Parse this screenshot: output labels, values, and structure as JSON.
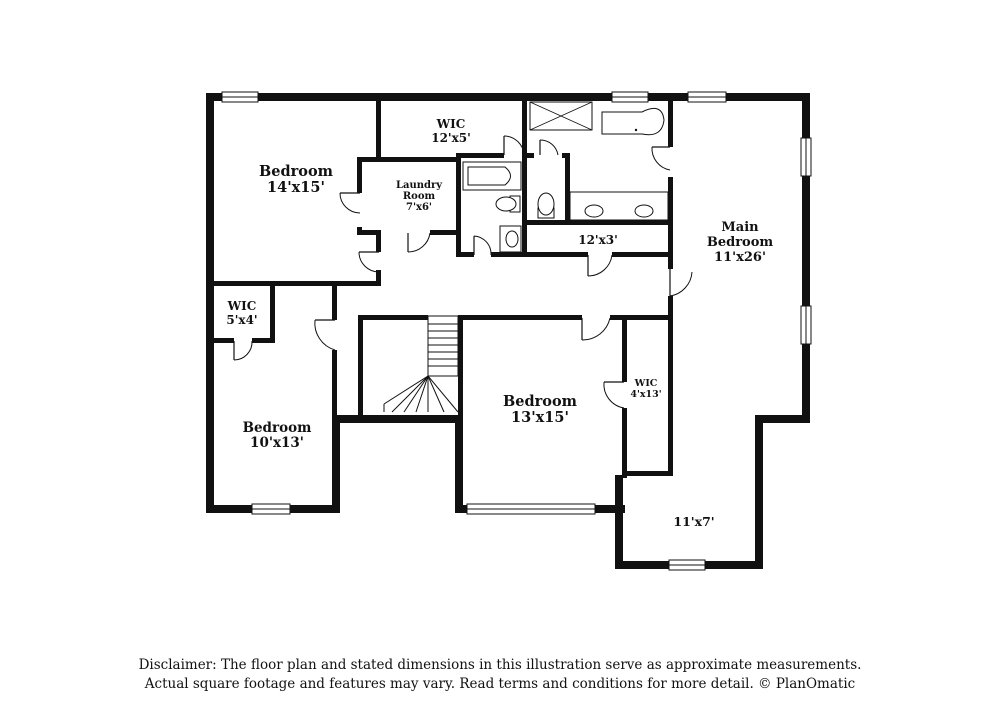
{
  "rooms": {
    "bedroom_nw": {
      "name": "Bedroom",
      "size": "14'x15'"
    },
    "wic_top": {
      "name": "WIC",
      "size": "12'x5'"
    },
    "laundry": {
      "name": "Laundry Room",
      "name_line1": "Laundry",
      "name_line2": "Room",
      "size": "7'x6'"
    },
    "main_bedroom": {
      "name": "Main Bedroom",
      "name_line1": "Main",
      "name_line2": "Bedroom",
      "size": "11'x26'"
    },
    "closet_12x3": {
      "size": "12'x3'"
    },
    "wic_left": {
      "name": "WIC",
      "size": "5'x4'"
    },
    "bedroom_sw": {
      "name": "Bedroom",
      "size": "10'x13'"
    },
    "bedroom_center": {
      "name": "Bedroom",
      "size": "13'x15'"
    },
    "wic_right": {
      "name": "WIC",
      "size": "4'x13'"
    },
    "nook": {
      "size": "11'x7'"
    }
  },
  "disclaimer": {
    "line1": "Disclaimer: The floor plan and stated dimensions in this illustration serve as approximate measurements.",
    "line2": "Actual square footage and features may vary. Read terms and conditions for more detail. © PlanOmatic"
  }
}
